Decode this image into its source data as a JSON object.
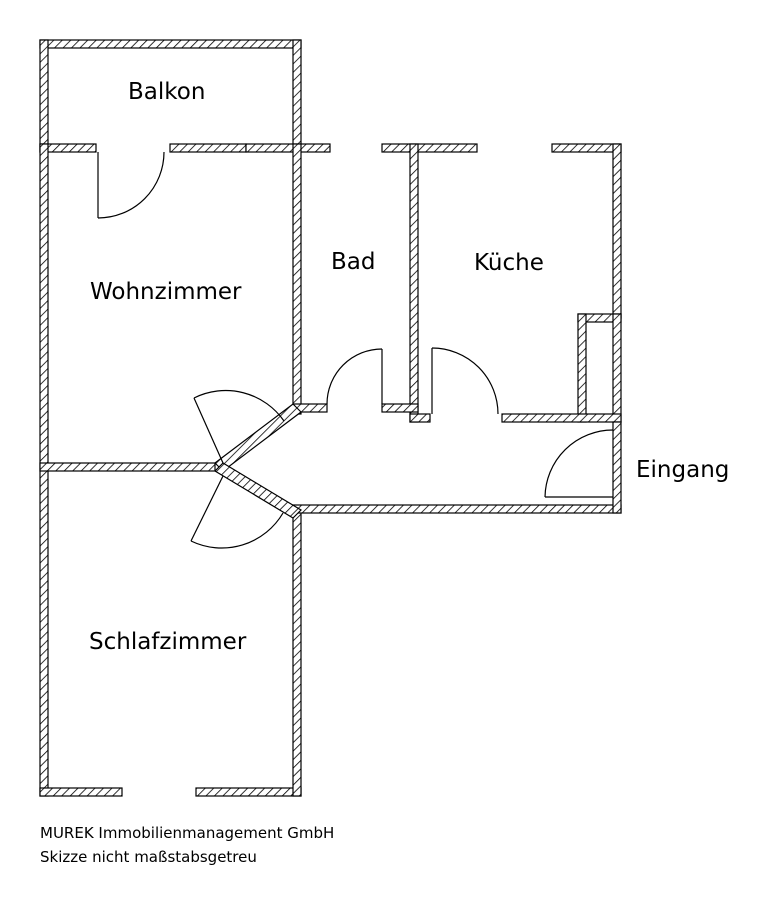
{
  "rooms": {
    "balkon": "Balkon",
    "wohnzimmer": "Wohnzimmer",
    "bad": "Bad",
    "kueche": "Küche",
    "schlafzimmer": "Schlafzimmer",
    "eingang": "Eingang"
  },
  "footer": {
    "company": "MUREK Immobilienmanagement GmbH",
    "note": "Skizze nicht maßstabsgetreu"
  }
}
